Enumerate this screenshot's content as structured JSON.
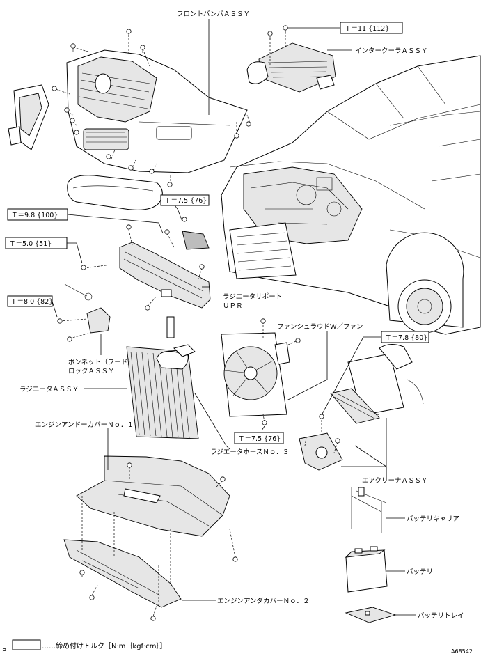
{
  "labels": {
    "front_bumper": "フロントバンパＡＳＳＹ",
    "intercooler": "インタークーラＡＳＳＹ",
    "radiator_support_1": "ラジエータサポート",
    "radiator_support_2": "ＵＰＲ",
    "hood_lock_1": "ボンネット（フード）",
    "hood_lock_2": "ロックＡＳＳＹ",
    "fan_shroud": "ファンシュラウドＷ／ファン",
    "radiator": "ラジエータＡＳＳＹ",
    "engine_under_cover_1": "エンジンアンドーカバーＮｏ．１",
    "radiator_hose": "ラジエータホースＮｏ．３",
    "air_cleaner": "エアクリーナＡＳＳＹ",
    "battery_carrier": "バッテリキャリア",
    "battery": "バッテリ",
    "engine_under_cover_2": "エンジンアンダカバーＮｏ．２",
    "battery_tray": "バッテリトレイ"
  },
  "torques": {
    "intercooler": "Ｔ＝11 {112}",
    "support_bracket": "Ｔ＝7.5 {76}",
    "bumper_bracket": "Ｔ＝9.8 {100}",
    "support_bolt": "Ｔ＝5.0 {51}",
    "hood_lock": "Ｔ＝8.0 {82}",
    "air_cleaner": "Ｔ＝7.8 {80}",
    "fan_shroud": "Ｔ＝7.5 {76}"
  },
  "footer": {
    "legend_text": "……締め付けトルク［N·m｛kgf·cm｝］",
    "page_marker": "P",
    "figure_id": "A68542"
  }
}
